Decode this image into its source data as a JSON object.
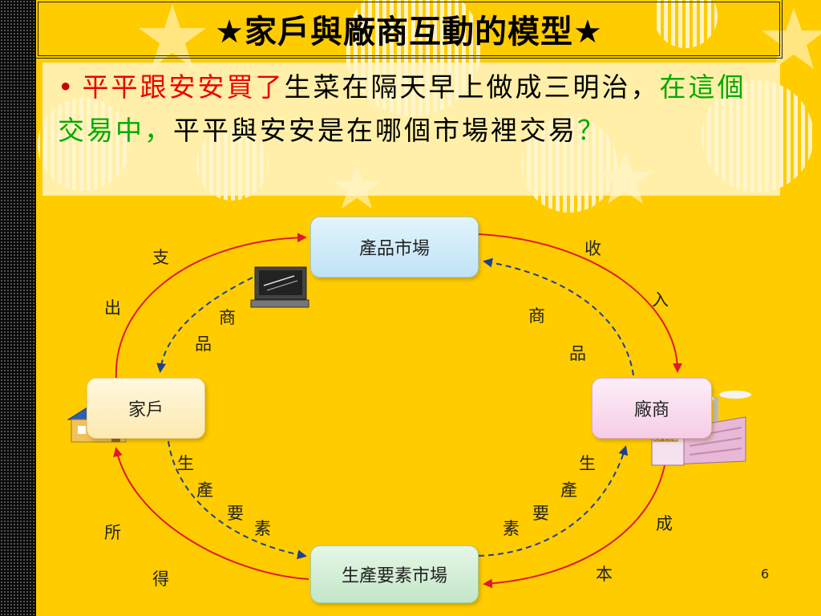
{
  "title": "★家戶與廠商互動的模型★",
  "question": {
    "bullet": "•",
    "part1": "平平跟安安買了",
    "part2": "生菜在隔天早上做成三明治，",
    "part3": "在這個交易中，",
    "part4": "平平與安安是在哪個市場裡交易",
    "part5": "？"
  },
  "diagram": {
    "nodes": {
      "product_market": "產品市場",
      "factor_market": "生產要素市場",
      "household": "家戶",
      "firm": "廠商"
    },
    "labels": {
      "spending": [
        "支",
        "出"
      ],
      "goods_left": [
        "商",
        "品"
      ],
      "revenue": [
        "收",
        "入"
      ],
      "goods_right": [
        "商",
        "品"
      ],
      "factors_left": [
        "生",
        "產",
        "要",
        "素"
      ],
      "factors_right": [
        "生",
        "產",
        "要",
        "素"
      ],
      "income": [
        "所",
        "得"
      ],
      "cost": [
        "成",
        "本"
      ]
    },
    "firm_sign": "大發公司"
  },
  "page_number": "6",
  "colors": {
    "background": "#ffcc00",
    "money_flow": "#e0192a",
    "goods_flow": "#1f3f8f",
    "highlight_red": "#ee0000",
    "highlight_green": "#00aa00"
  }
}
